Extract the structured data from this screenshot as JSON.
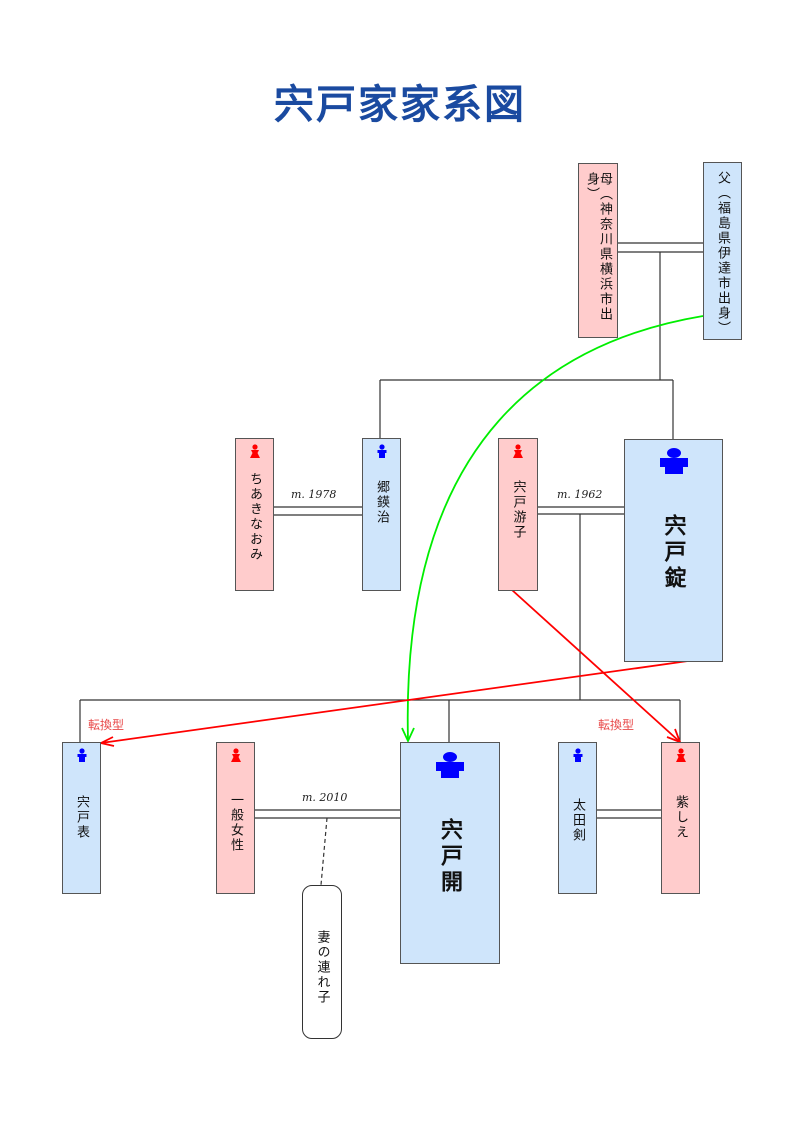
{
  "title": "宍戸家家系図",
  "colors": {
    "title": "#1a4aa0",
    "male_fill": "#cfe5fb",
    "female_fill": "#ffcccc",
    "male_icon": "#0000ff",
    "female_icon": "#ff0000",
    "adoption_arrow": "#ff0000",
    "lineage_arrow": "#00ee00"
  },
  "people": {
    "mother": {
      "name": "母（神奈川県横浜市出身）",
      "gender": "female"
    },
    "father": {
      "name": "父（福島県伊達市出身）",
      "gender": "male"
    },
    "chiaki": {
      "name": "ちあきなおみ",
      "gender": "female",
      "icon": "female-person-icon"
    },
    "go": {
      "name": "郷鍈治",
      "gender": "male",
      "icon": "male-person-icon"
    },
    "yuko": {
      "name": "宍戸游子",
      "gender": "female",
      "icon": "female-person-icon"
    },
    "jo": {
      "name": "宍戸錠",
      "gender": "male",
      "icon": "male-person-icon",
      "emphasis": true
    },
    "hyo": {
      "name": "宍戸表",
      "gender": "male",
      "icon": "male-person-icon"
    },
    "wife": {
      "name": "一般女性",
      "gender": "female",
      "icon": "female-person-icon"
    },
    "kai": {
      "name": "宍戸開",
      "gender": "male",
      "icon": "male-person-icon",
      "emphasis": true
    },
    "ota": {
      "name": "太田剣",
      "gender": "male",
      "icon": "male-person-icon"
    },
    "shie": {
      "name": "紫しえ",
      "gender": "female",
      "icon": "female-person-icon"
    },
    "stepchild": {
      "name": "妻の連れ子",
      "gender": "unknown"
    }
  },
  "marriages": {
    "go_chiaki": "m. 1978",
    "jo_yuko": "m. 1962",
    "kai_wife": "m. 2010"
  },
  "annotations": {
    "hyo_label": "転換型",
    "shie_label": "転換型"
  }
}
